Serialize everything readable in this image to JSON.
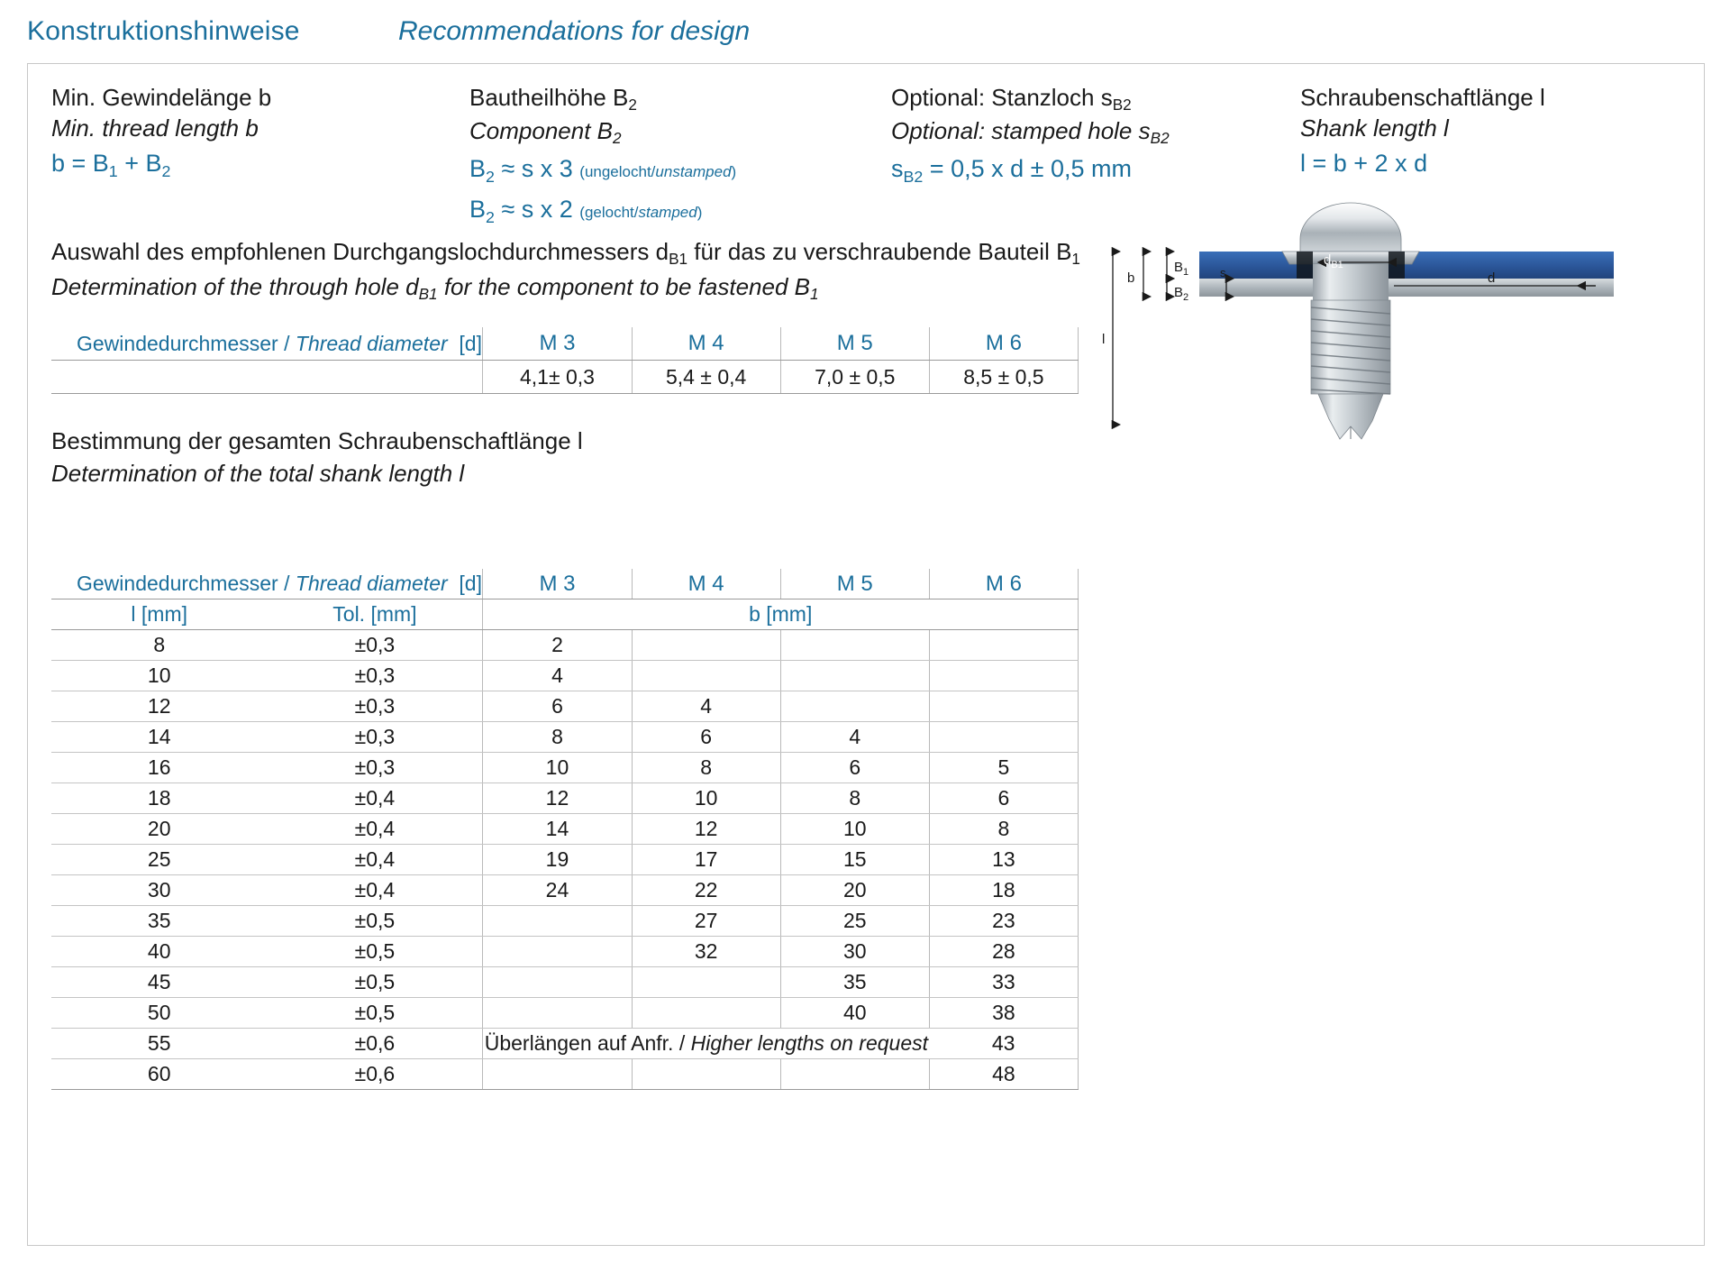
{
  "header": {
    "title_de": "Konstruktionshinweise",
    "title_en": "Recommendations for design"
  },
  "formulas": [
    {
      "id": "min-thread-length",
      "de": "Min. Gewindelänge b",
      "en": "Min. thread length b",
      "equation": "b = B1 + B2",
      "equation_html": "b = B<sub>1</sub> + B<sub>2</sub>"
    },
    {
      "id": "component-height",
      "de": "Bautheilhöhe B2",
      "en": "Component B2",
      "equation": "B2 ≈ s x 3 (ungelocht/unstamped)",
      "equation2": "B2 ≈ s x 2 (gelocht/stamped)",
      "note1_de": "ungelocht",
      "note1_en": "unstamped",
      "note2_de": "gelocht",
      "note2_en": "stamped"
    },
    {
      "id": "stamped-hole",
      "de": "Optional: Stanzloch sB2",
      "en": "Optional: stamped hole sB2",
      "equation": "sB2 = 0,5 x d ± 0,5 mm"
    },
    {
      "id": "shank-length",
      "de": "Schraubenschaftlänge l",
      "en": "Shank length l",
      "equation": "l = b + 2 x d"
    }
  ],
  "section_a": {
    "de": "Auswahl des empfohlenen Durchgangslochdurchmessers dB1 für das zu verschraubende Bauteil B1",
    "en": "Determination of the through hole dB1 for the component to be fastened B1"
  },
  "section_b": {
    "de": "Bestimmung der gesamten Schraubenschaftlänge l",
    "en": "Determination of the total shank length l"
  },
  "table_through_hole": {
    "header_label_de": "Gewindedurchmesser /",
    "header_label_en": "Thread diameter",
    "header_label_unit": "[d]",
    "columns": [
      "M 3",
      "M 4",
      "M 5",
      "M 6"
    ],
    "values": [
      "4,1± 0,3",
      "5,4 ± 0,4",
      "7,0 ± 0,5",
      "8,5 ± 0,5"
    ]
  },
  "table_shank": {
    "header_label_de": "Gewindedurchmesser /",
    "header_label_en": "Thread diameter",
    "header_label_unit": "[d]",
    "columns": [
      "M 3",
      "M 4",
      "M 5",
      "M 6"
    ],
    "sub_header_l": "l [mm]",
    "sub_header_tol": "Tol. [mm]",
    "sub_header_b": "b [mm]",
    "higher_lengths_de": "Überlängen auf Anfr. /",
    "higher_lengths_en": "Higher lengths on request",
    "rows": [
      {
        "l": "8",
        "tol": "±0,3",
        "m3": "2",
        "m4": "",
        "m5": "",
        "m6": ""
      },
      {
        "l": "10",
        "tol": "±0,3",
        "m3": "4",
        "m4": "",
        "m5": "",
        "m6": ""
      },
      {
        "l": "12",
        "tol": "±0,3",
        "m3": "6",
        "m4": "4",
        "m5": "",
        "m6": ""
      },
      {
        "l": "14",
        "tol": "±0,3",
        "m3": "8",
        "m4": "6",
        "m5": "4",
        "m6": ""
      },
      {
        "l": "16",
        "tol": "±0,3",
        "m3": "10",
        "m4": "8",
        "m5": "6",
        "m6": "5"
      },
      {
        "l": "18",
        "tol": "±0,4",
        "m3": "12",
        "m4": "10",
        "m5": "8",
        "m6": "6"
      },
      {
        "l": "20",
        "tol": "±0,4",
        "m3": "14",
        "m4": "12",
        "m5": "10",
        "m6": "8"
      },
      {
        "l": "25",
        "tol": "±0,4",
        "m3": "19",
        "m4": "17",
        "m5": "15",
        "m6": "13"
      },
      {
        "l": "30",
        "tol": "±0,4",
        "m3": "24",
        "m4": "22",
        "m5": "20",
        "m6": "18"
      },
      {
        "l": "35",
        "tol": "±0,5",
        "m3": "",
        "m4": "27",
        "m5": "25",
        "m6": "23"
      },
      {
        "l": "40",
        "tol": "±0,5",
        "m3": "",
        "m4": "32",
        "m5": "30",
        "m6": "28"
      },
      {
        "l": "45",
        "tol": "±0,5",
        "m3": "",
        "m4": "",
        "m5": "35",
        "m6": "33"
      },
      {
        "l": "50",
        "tol": "±0,5",
        "m3": "",
        "m4": "",
        "m5": "40",
        "m6": "38"
      },
      {
        "l": "55",
        "tol": "±0,6",
        "m3": "",
        "m4": "",
        "m5": "",
        "m6": "43",
        "note_row": true
      },
      {
        "l": "60",
        "tol": "±0,6",
        "m3": "",
        "m4": "",
        "m5": "",
        "m6": "48"
      }
    ]
  },
  "drawing": {
    "labels": {
      "b1": "B1",
      "b2": "B2",
      "b": "b",
      "s": "s",
      "d": "d",
      "l": "l",
      "db1": "dB1"
    }
  },
  "colors": {
    "accent": "#1b6f9c",
    "text": "#1a1a1a",
    "rule": "#9a9a9a",
    "rule_light": "#c4c4c4",
    "component_blue": "#2f5fa8",
    "metal": "#b9bfc4"
  }
}
